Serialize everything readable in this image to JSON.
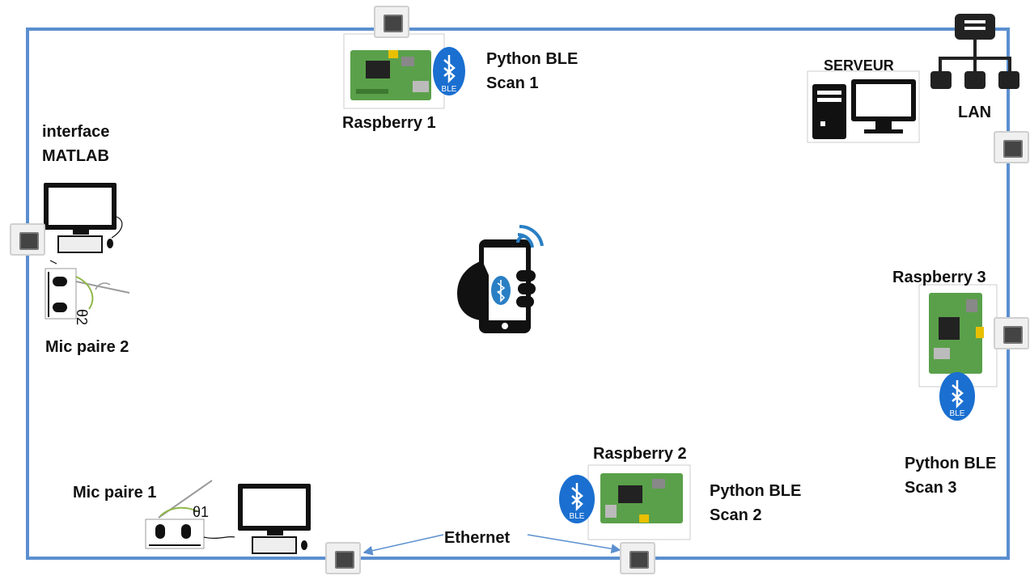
{
  "labels": {
    "python_ble_scan1": [
      "Python BLE",
      "Scan 1"
    ],
    "raspberry1": "Raspberry 1",
    "serveur": "SERVEUR",
    "lan": "LAN",
    "interface_matlab": [
      "interface",
      "MATLAB"
    ],
    "mic_paire2": "Mic paire 2",
    "theta2": "θ2",
    "raspberry3": "Raspberry 3",
    "python_ble_scan3": [
      "Python BLE",
      "Scan 3"
    ],
    "raspberry2": "Raspberry 2",
    "python_ble_scan2": [
      "Python BLE",
      "Scan 2"
    ],
    "mic_paire1": "Mic paire 1",
    "theta1": "θ1",
    "ethernet": "Ethernet",
    "ble_badge": "BLE"
  },
  "colors": {
    "network_line": "#5b8fcf",
    "bluetooth": "#1a6fd0",
    "board_green": "#5aa04a",
    "wifi": "#2a7fc4"
  },
  "icons": [
    "ethernet-port-icon",
    "raspberry-pi-board-icon",
    "bluetooth-ble-icon",
    "server-computer-icon",
    "lan-hierarchy-icon",
    "desktop-computer-icon",
    "microphone-pair-icon",
    "smartphone-hand-icon",
    "wifi-signal-icon"
  ]
}
